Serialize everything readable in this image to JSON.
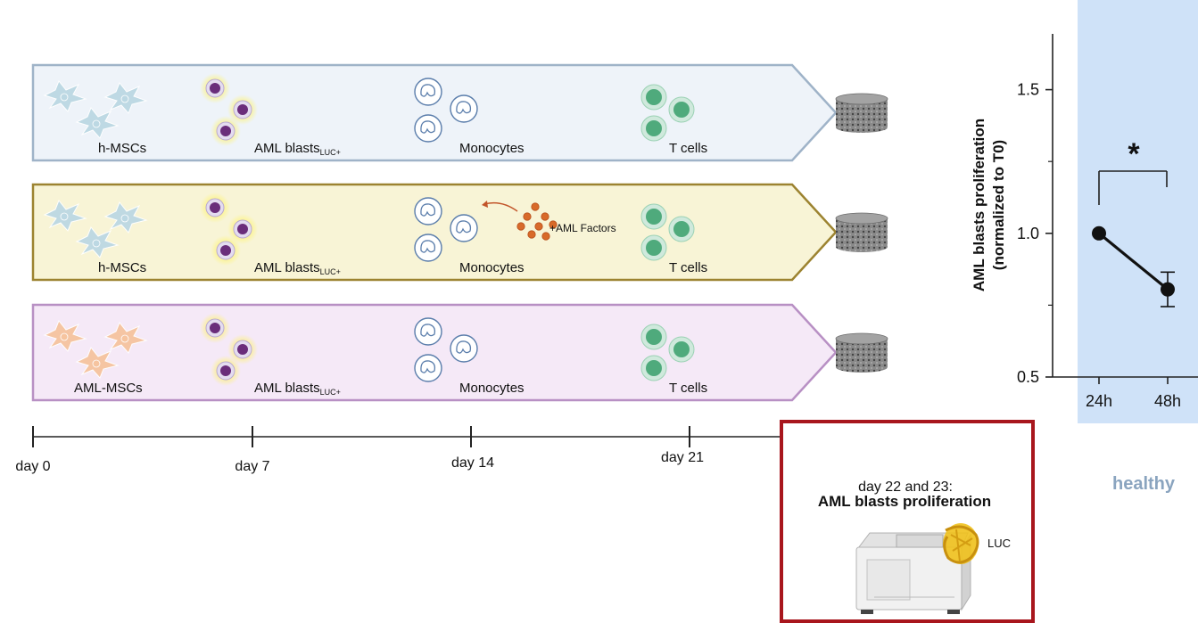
{
  "rows": [
    {
      "fill": "#eef3f9",
      "stroke": "#9fb3c8",
      "mscColor": "#bcd8e3",
      "msc_label": "h-MSCs",
      "blasts_label": "AML blasts",
      "blasts_sub": "LUC+",
      "mono_label": "Monocytes",
      "t_label": "T cells"
    },
    {
      "fill": "#f8f4d6",
      "stroke": "#9c8330",
      "mscColor": "#bcd8e3",
      "msc_label": "h-MSCs",
      "blasts_label": "AML blasts",
      "blasts_sub": "LUC+",
      "mono_label": "Monocytes",
      "t_label": "T cells",
      "factors_label": "+AML Factors"
    },
    {
      "fill": "#f5e9f7",
      "stroke": "#b890c4",
      "mscColor": "#f6c49f",
      "msc_label": "AML-MSCs",
      "blasts_label": "AML blasts",
      "blasts_sub": "LUC+",
      "mono_label": "Monocytes",
      "t_label": "T cells"
    }
  ],
  "timeline": {
    "days": [
      "day 0",
      "day 7",
      "day 14",
      "day 21"
    ]
  },
  "readout": {
    "line1": "day 22 and 23:",
    "line2": "AML blasts proliferation",
    "luc_label": "LUC",
    "border_color": "#a8161d"
  },
  "chart_data": {
    "type": "line",
    "x": [
      "24h",
      "48h"
    ],
    "series": [
      {
        "values": [
          1.0,
          0.805
        ],
        "error": [
          0,
          0.06
        ]
      }
    ],
    "ylabel": "AML blasts proliferation\n(normalized to T0)",
    "yticks": [
      "0.5",
      "1.0",
      "1.5"
    ],
    "ylim": [
      0.5,
      1.75
    ],
    "significance": "*",
    "group_label": "healthy",
    "panel_color": "#cfe2f8",
    "group_label_color": "#8aa4bf"
  }
}
